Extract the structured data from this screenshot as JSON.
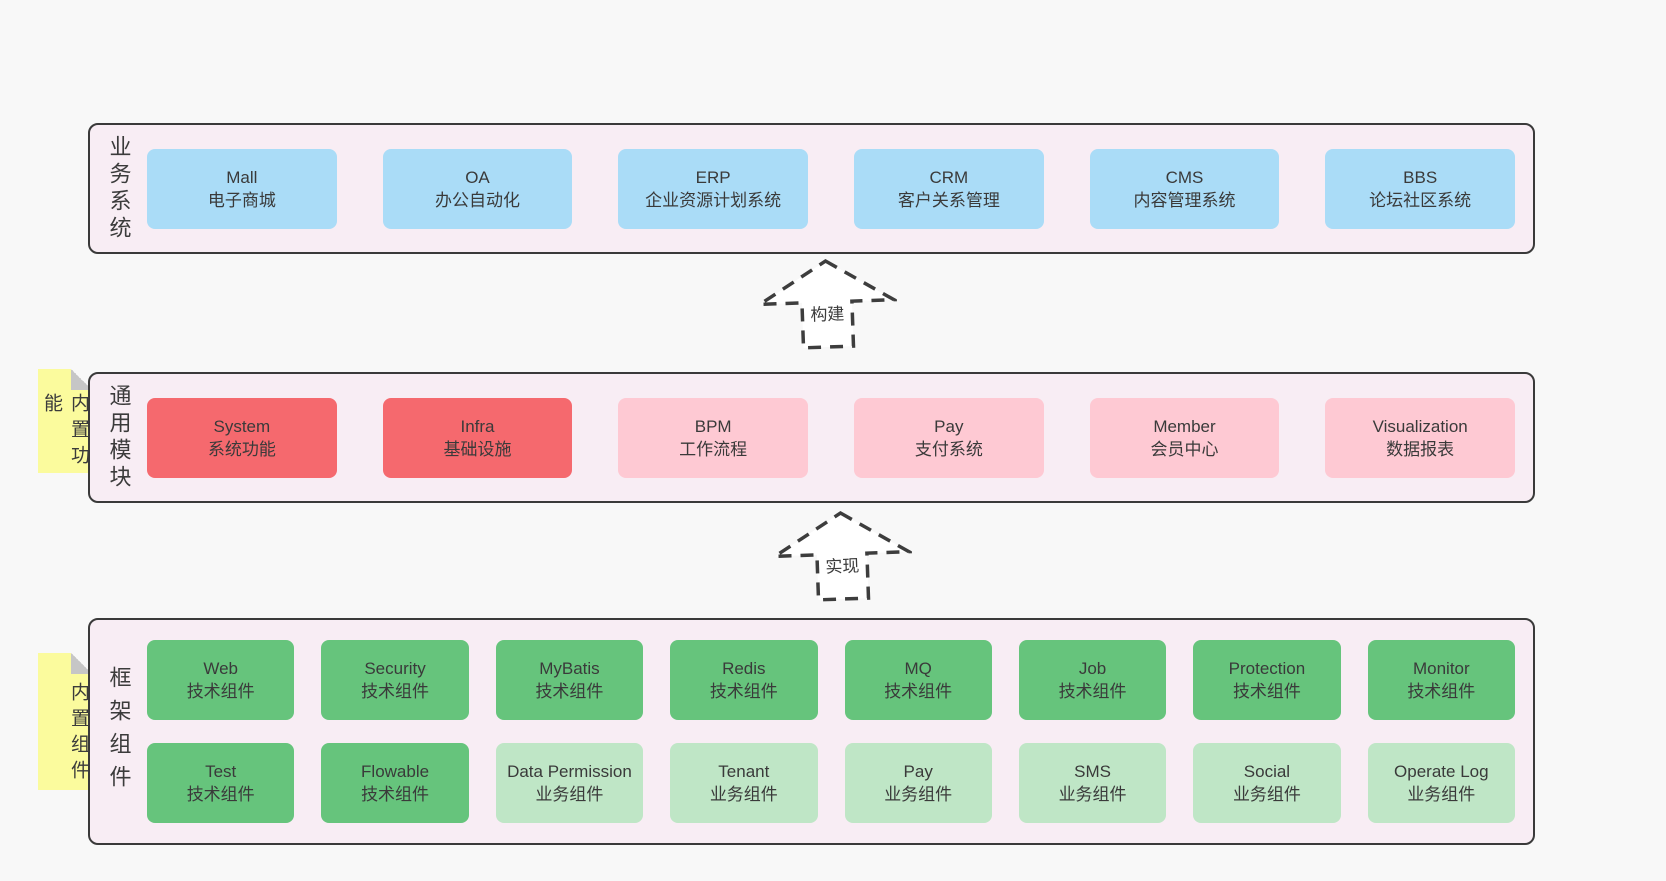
{
  "colors": {
    "page_bg": "#f8f8f8",
    "layer_bg": "#f8edf4",
    "layer_border": "#3a3a3a",
    "box_blue": "#aadcf7",
    "box_red": "#f5696e",
    "box_pink": "#fec9d3",
    "box_green": "#66c47c",
    "box_light_green": "#bfe6c6",
    "note_bg": "#fbfb9d",
    "text": "#3b3b3b"
  },
  "layers": {
    "business": {
      "label": "业务系统",
      "boxes": [
        {
          "name": "Mall",
          "desc": "电子商城"
        },
        {
          "name": "OA",
          "desc": "办公自动化"
        },
        {
          "name": "ERP",
          "desc": "企业资源计划系统"
        },
        {
          "name": "CRM",
          "desc": "客户关系管理"
        },
        {
          "name": "CMS",
          "desc": "内容管理系统"
        },
        {
          "name": "BBS",
          "desc": "论坛社区系统"
        }
      ]
    },
    "modules": {
      "label": "通用模块",
      "note": "内置功能",
      "boxes": [
        {
          "name": "System",
          "desc": "系统功能"
        },
        {
          "name": "Infra",
          "desc": "基础设施"
        },
        {
          "name": "BPM",
          "desc": "工作流程"
        },
        {
          "name": "Pay",
          "desc": "支付系统"
        },
        {
          "name": "Member",
          "desc": "会员中心"
        },
        {
          "name": "Visualization",
          "desc": "数据报表"
        }
      ]
    },
    "components": {
      "label": "框架组件",
      "note": "内置组件",
      "row1": [
        {
          "name": "Web",
          "desc": "技术组件"
        },
        {
          "name": "Security",
          "desc": "技术组件"
        },
        {
          "name": "MyBatis",
          "desc": "技术组件"
        },
        {
          "name": "Redis",
          "desc": "技术组件"
        },
        {
          "name": "MQ",
          "desc": "技术组件"
        },
        {
          "name": "Job",
          "desc": "技术组件"
        },
        {
          "name": "Protection",
          "desc": "技术组件"
        },
        {
          "name": "Monitor",
          "desc": "技术组件"
        }
      ],
      "row2": [
        {
          "name": "Test",
          "desc": "技术组件"
        },
        {
          "name": "Flowable",
          "desc": "技术组件"
        },
        {
          "name": "Data Permission",
          "desc": "业务组件"
        },
        {
          "name": "Tenant",
          "desc": "业务组件"
        },
        {
          "name": "Pay",
          "desc": "业务组件"
        },
        {
          "name": "SMS",
          "desc": "业务组件"
        },
        {
          "name": "Social",
          "desc": "业务组件"
        },
        {
          "name": "Operate Log",
          "desc": "业务组件"
        }
      ]
    }
  },
  "arrows": {
    "build": {
      "label": "构建"
    },
    "implement": {
      "label": "实现"
    }
  }
}
